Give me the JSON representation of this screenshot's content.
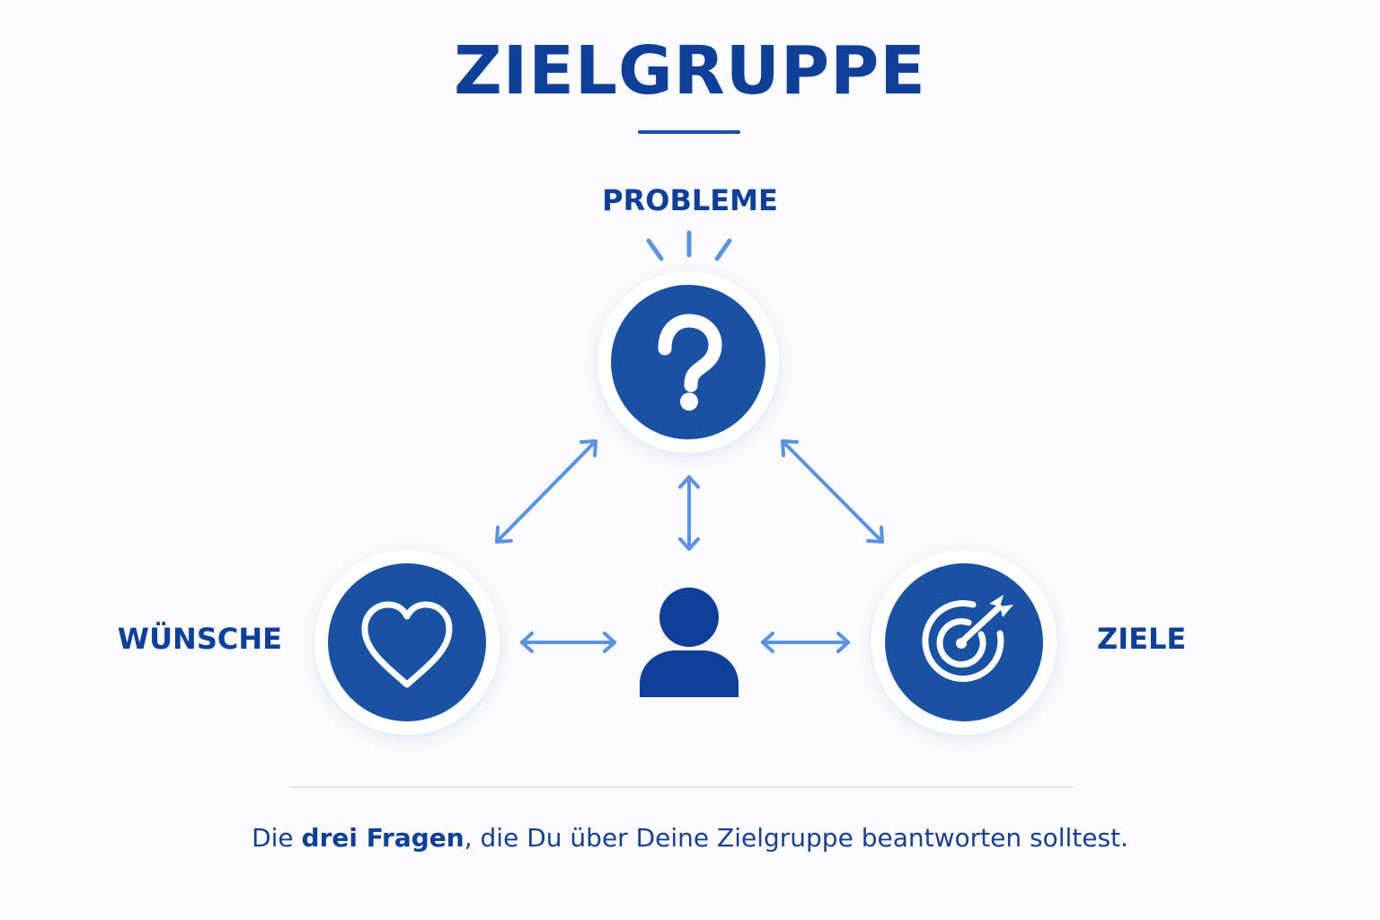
{
  "title": "ZIELGRUPPE",
  "nodes": {
    "top": {
      "label": "PROBLEME",
      "icon": "question-mark-icon"
    },
    "left": {
      "label": "WÜNSCHE",
      "icon": "heart-icon"
    },
    "right": {
      "label": "ZIELE",
      "icon": "target-arrow-icon"
    },
    "center": {
      "icon": "person-icon"
    }
  },
  "caption": {
    "pre": "Die ",
    "bold": "drei Fragen",
    "post": ", die Du über Deine Zielgruppe beantworten solltest."
  },
  "colors": {
    "primary": "#0f3f96",
    "circle_fill": "#1a52a3",
    "arrow": "#5b93e0",
    "background": "#fbfbfd"
  }
}
